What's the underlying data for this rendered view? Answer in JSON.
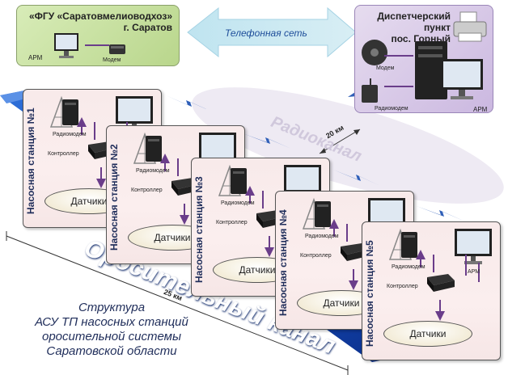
{
  "top_left": {
    "title_line1": "«ФГУ «Саратовмелиоводхоз»",
    "title_line2": "г. Саратов",
    "arm": "АРМ",
    "modem": "Модем"
  },
  "network": {
    "label": "Телефонная сеть"
  },
  "dispatch": {
    "title_line1": "Диспетчерский пункт",
    "title_line2": "пос. Горный",
    "modem": "Модем",
    "radiomodem": "Радиомодем",
    "arm": "АРМ"
  },
  "radio_channel": "Радиоканал",
  "distance_20": "20 км",
  "distance_25": "25 км",
  "irrigation_canal": "Оросительный канал",
  "stations": [
    {
      "label": "Насосная станция №1",
      "radiomodem": "Радиомодем",
      "controller": "Контроллер",
      "sensors": "Датчики",
      "arm": "АРМ"
    },
    {
      "label": "Насосная станция №2",
      "radiomodem": "Радиомодем",
      "controller": "Контроллер",
      "sensors": "Датчики",
      "arm": "АРМ"
    },
    {
      "label": "Насосная станция №3",
      "radiomodem": "Радиомодем",
      "controller": "Контроллер",
      "sensors": "Датчики",
      "arm": "АРМ"
    },
    {
      "label": "Насосная станция №4",
      "radiomodem": "Радиомодем",
      "controller": "Контроллер",
      "sensors": "Датчики",
      "arm": "АРМ"
    },
    {
      "label": "Насосная станция №5",
      "radiomodem": "Радиомодем",
      "controller": "Контроллер",
      "sensors": "Датчики",
      "arm": "АРМ"
    }
  ],
  "caption": {
    "line1": "Структура",
    "line2": "АСУ ТП насосных станций",
    "line3": "оросительной системы",
    "line4": "Саратовской области"
  }
}
